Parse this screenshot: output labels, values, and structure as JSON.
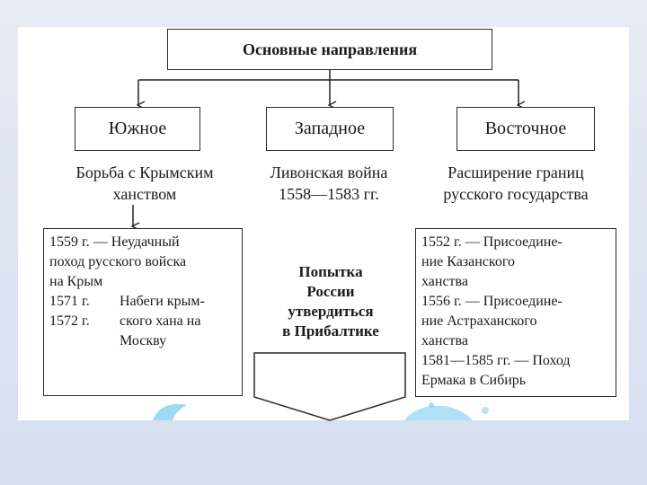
{
  "title": "Основные направления",
  "directions": {
    "south": "Южное",
    "west": "Западное",
    "east": "Восточное"
  },
  "captions": {
    "south": [
      "Борьба с Крымским",
      "ханством"
    ],
    "west": [
      "Ливонская война",
      "1558—1583 гг."
    ],
    "east": [
      "Расширение границ",
      "русского государства"
    ]
  },
  "south_panel": {
    "lines": [
      "1559 г. — Неудачный",
      "поход русского войска",
      "на Крым"
    ],
    "raid_years": [
      "1571 г.",
      "1572 г."
    ],
    "raid_text": [
      "Набеги крым-",
      "ского хана на",
      "Москву"
    ]
  },
  "west_panel": {
    "lines": [
      "Попытка",
      "России",
      "утвердиться",
      "в Прибалтике"
    ]
  },
  "east_panel": {
    "lines": [
      "1552 г. — Присоедине-",
      "ние Казанского",
      "ханства",
      "1556 г. — Присоедине-",
      "ние Астраханского",
      "ханства",
      "1581—1585 гг. — Поход",
      "Ермака в Сибирь"
    ]
  }
}
